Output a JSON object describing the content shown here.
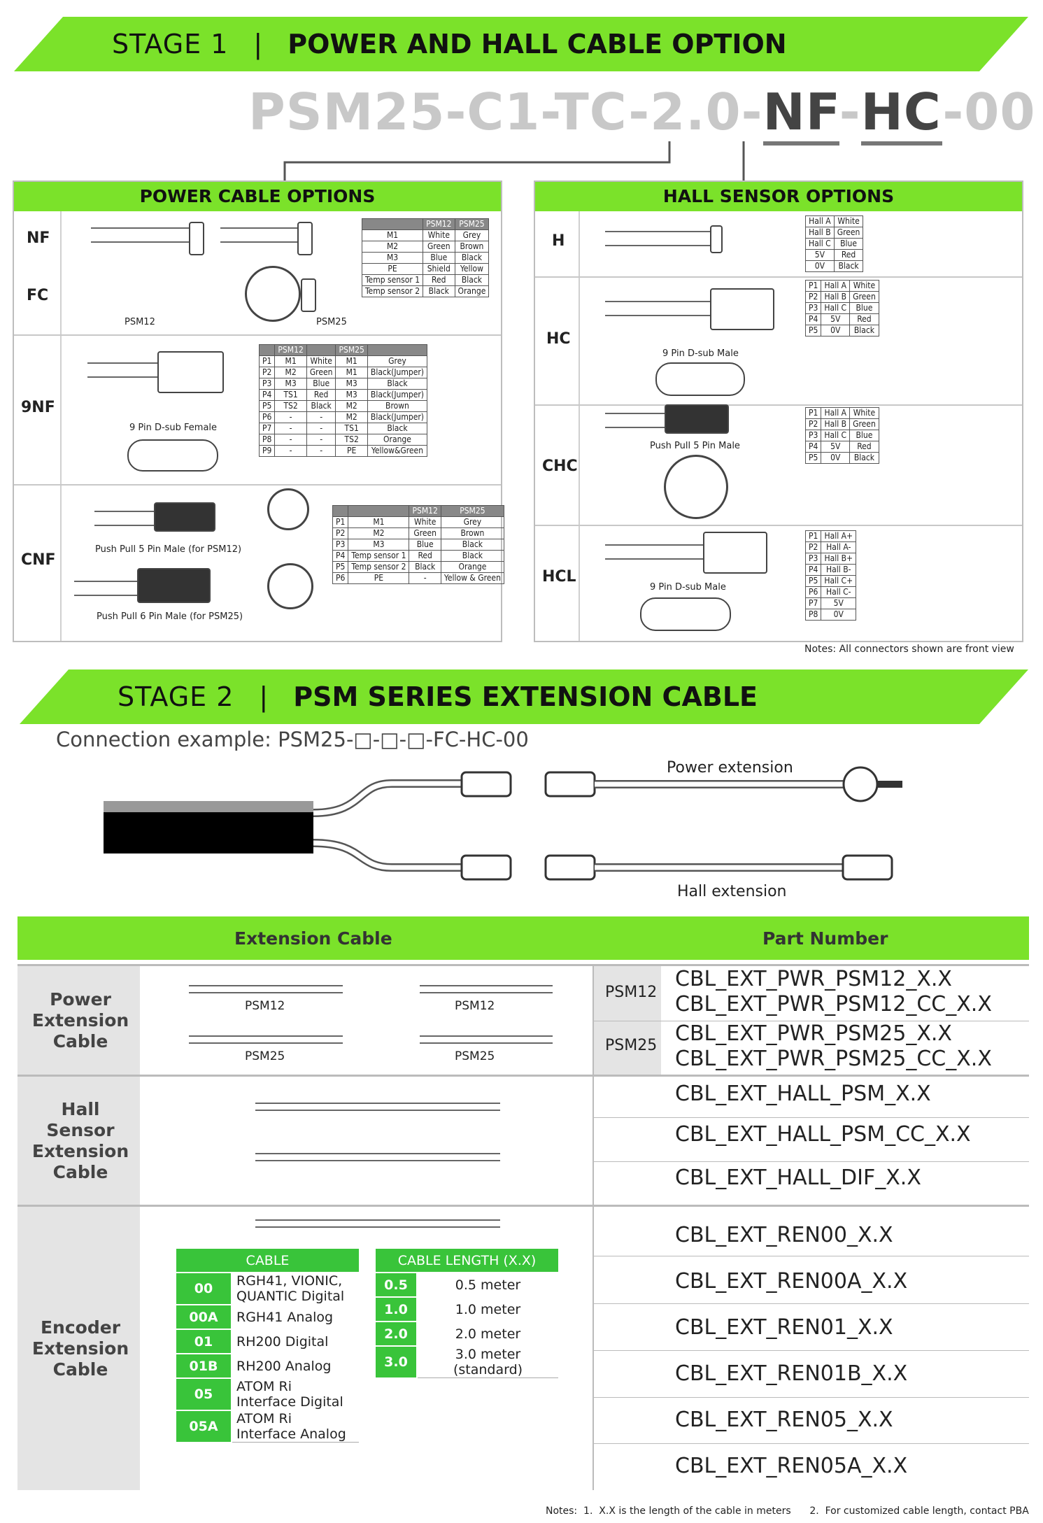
{
  "stage1": {
    "stage": "STAGE 1",
    "title": "POWER AND HALL CABLE OPTION"
  },
  "part_number": {
    "prefix": "PSM25-C1-TC-2.0-",
    "nf": "NF",
    "dash": "-",
    "hc": "HC",
    "suffix": "-00"
  },
  "power_panel": {
    "title": "POWER CABLE OPTIONS",
    "rows": [
      "NF",
      "FC",
      "9NF",
      "CNF"
    ],
    "labels": {
      "psm12": "PSM12",
      "psm25": "PSM25",
      "dsub_female": "9 Pin D-sub Female",
      "pp5": "Push Pull 5 Pin Male (for PSM12)",
      "pp6": "Push Pull 6 Pin Male (for PSM25)",
      "m1": "M1",
      "m2": "M2",
      "m3": "M3",
      "pe": "PE"
    },
    "nf_table": {
      "head": [
        "",
        "PSM12",
        "PSM25"
      ],
      "rows": [
        [
          "M1",
          "White",
          "Grey"
        ],
        [
          "M2",
          "Green",
          "Brown"
        ],
        [
          "M3",
          "Blue",
          "Black"
        ],
        [
          "PE",
          "Shield",
          "Yellow"
        ],
        [
          "Temp sensor 1",
          "Red",
          "Black"
        ],
        [
          "Temp sensor 2",
          "Black",
          "Orange"
        ]
      ]
    },
    "nf9_table": {
      "head": [
        "",
        "PSM12",
        "",
        "PSM25"
      ],
      "rows": [
        [
          "P1",
          "M1",
          "White",
          "M1",
          "Grey"
        ],
        [
          "P2",
          "M2",
          "Green",
          "M1",
          "Black(Jumper)"
        ],
        [
          "P3",
          "M3",
          "Blue",
          "M3",
          "Black"
        ],
        [
          "P4",
          "TS1",
          "Red",
          "M3",
          "Black(Jumper)"
        ],
        [
          "P5",
          "TS2",
          "Black",
          "M2",
          "Brown"
        ],
        [
          "P6",
          "-",
          "-",
          "M2",
          "Black(Jumper)"
        ],
        [
          "P7",
          "-",
          "-",
          "TS1",
          "Black"
        ],
        [
          "P8",
          "-",
          "-",
          "TS2",
          "Orange"
        ],
        [
          "P9",
          "-",
          "-",
          "PE",
          "Yellow&Green"
        ]
      ]
    },
    "cnf_table": {
      "head": [
        "",
        "",
        "PSM12",
        "PSM25"
      ],
      "rows": [
        [
          "P1",
          "M1",
          "White",
          "Grey"
        ],
        [
          "P2",
          "M2",
          "Green",
          "Brown"
        ],
        [
          "P3",
          "M3",
          "Blue",
          "Black"
        ],
        [
          "P4",
          "Temp sensor 1",
          "Red",
          "Black"
        ],
        [
          "P5",
          "Temp sensor 2",
          "Black",
          "Orange"
        ],
        [
          "P6",
          "PE",
          "-",
          "Yellow & Green"
        ]
      ]
    }
  },
  "hall_panel": {
    "title": "HALL SENSOR OPTIONS",
    "rows": [
      "H",
      "HC",
      "CHC",
      "HCL"
    ],
    "labels": {
      "dsub_male": "9 Pin D-sub Male",
      "pp5": "Push Pull 5 Pin Male",
      "dsub_male2": "9 Pin D-sub Male"
    },
    "h_table": [
      [
        "Hall A",
        "White"
      ],
      [
        "Hall B",
        "Green"
      ],
      [
        "Hall C",
        "Blue"
      ],
      [
        "5V",
        "Red"
      ],
      [
        "0V",
        "Black"
      ]
    ],
    "hc_table": [
      [
        "P1",
        "Hall A",
        "White"
      ],
      [
        "P2",
        "Hall B",
        "Green"
      ],
      [
        "P3",
        "Hall C",
        "Blue"
      ],
      [
        "P4",
        "5V",
        "Red"
      ],
      [
        "P5",
        "0V",
        "Black"
      ]
    ],
    "chc_table": [
      [
        "P1",
        "Hall A",
        "White"
      ],
      [
        "P2",
        "Hall B",
        "Green"
      ],
      [
        "P3",
        "Hall C",
        "Blue"
      ],
      [
        "P4",
        "5V",
        "Red"
      ],
      [
        "P5",
        "0V",
        "Black"
      ]
    ],
    "hcl_table": [
      [
        "P1",
        "Hall A+"
      ],
      [
        "P2",
        "Hall A-"
      ],
      [
        "P3",
        "Hall B+"
      ],
      [
        "P4",
        "Hall B-"
      ],
      [
        "P5",
        "Hall C+"
      ],
      [
        "P6",
        "Hall C-"
      ],
      [
        "P7",
        "5V"
      ],
      [
        "P8",
        "0V"
      ]
    ]
  },
  "notes1": "Notes:  All connectors shown are front view",
  "stage2": {
    "stage": "STAGE 2",
    "title": "PSM SERIES EXTENSION CABLE"
  },
  "connection": {
    "label": "Connection example:",
    "value": "PSM25-□-□-□-FC-HC-00",
    "power_ext": "Power extension",
    "hall_ext": "Hall extension"
  },
  "ext_table": {
    "head_left": "Extension Cable",
    "head_right": "Part Number",
    "power": {
      "label": "Power Extension Cable",
      "psm12": "PSM12",
      "psm25": "PSM25",
      "parts12": [
        "CBL_EXT_PWR_PSM12_X.X",
        "CBL_EXT_PWR_PSM12_CC_X.X"
      ],
      "parts25": [
        "CBL_EXT_PWR_PSM25_X.X",
        "CBL_EXT_PWR_PSM25_CC_X.X"
      ]
    },
    "hall": {
      "label": "Hall Sensor Extension Cable",
      "parts": [
        "CBL_EXT_HALL_PSM_X.X",
        "CBL_EXT_HALL_PSM_CC_X.X",
        "CBL_EXT_HALL_DIF_X.X"
      ]
    },
    "encoder": {
      "label": "Encoder Extension Cable",
      "parts": [
        "CBL_EXT_REN00_X.X",
        "CBL_EXT_REN00A_X.X",
        "CBL_EXT_REN01_X.X",
        "CBL_EXT_REN01B_X.X",
        "CBL_EXT_REN05_X.X",
        "CBL_EXT_REN05A_X.X"
      ],
      "cable_head": "CABLE",
      "cable_rows": [
        [
          "00",
          "RGH41, VIONIC, QUANTIC Digital"
        ],
        [
          "00A",
          "RGH41 Analog"
        ],
        [
          "01",
          "RH200 Digital"
        ],
        [
          "01B",
          "RH200 Analog"
        ],
        [
          "05",
          "ATOM Ri Interface Digital"
        ],
        [
          "05A",
          "ATOM Ri Interface Analog"
        ]
      ],
      "length_head": "CABLE LENGTH (X.X)",
      "length_rows": [
        [
          "0.5",
          "0.5 meter"
        ],
        [
          "1.0",
          "1.0 meter"
        ],
        [
          "2.0",
          "2.0 meter"
        ],
        [
          "3.0",
          "3.0 meter (standard)"
        ]
      ]
    }
  },
  "notes2": "Notes:  1.  X.X is the length of the cable in meters      2.  For customized cable length, contact PBA",
  "colors": {
    "accent": "#7be22a",
    "green_cell": "#39c43a",
    "grey_cell": "#e4e4e4"
  }
}
